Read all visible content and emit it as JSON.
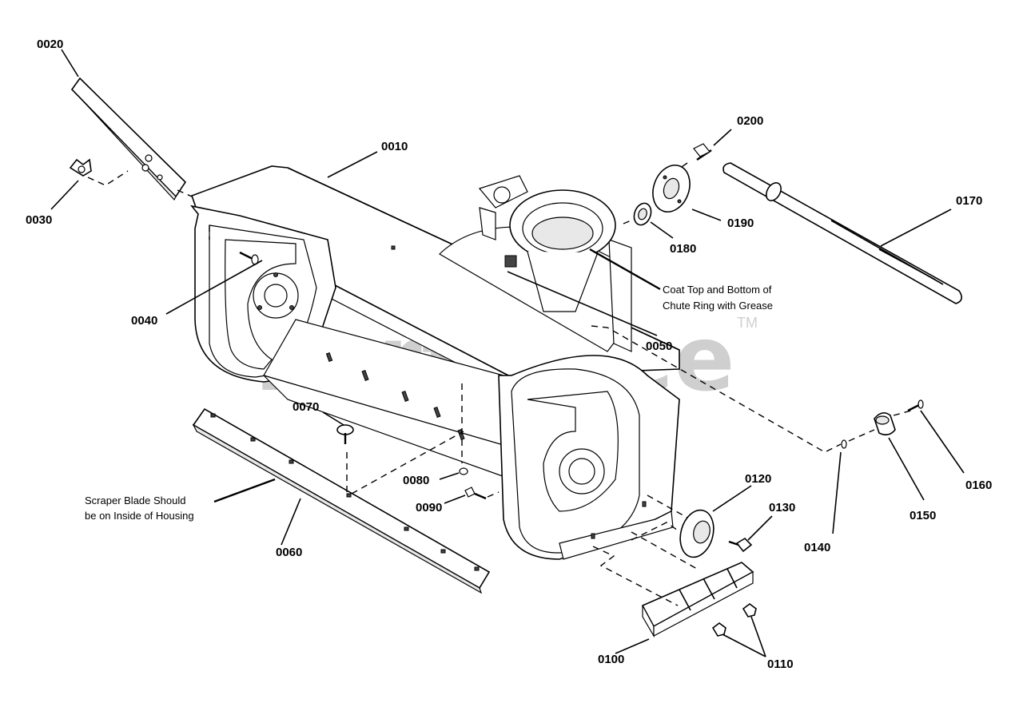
{
  "watermark": {
    "text": "PartsTree",
    "tm": "TM"
  },
  "callouts": {
    "c0010": "0010",
    "c0020": "0020",
    "c0030": "0030",
    "c0040": "0040",
    "c0050": "0050",
    "c0060": "0060",
    "c0070": "0070",
    "c0080": "0080",
    "c0090": "0090",
    "c0100": "0100",
    "c0110": "0110",
    "c0120": "0120",
    "c0130": "0130",
    "c0140": "0140",
    "c0150": "0150",
    "c0160": "0160",
    "c0170": "0170",
    "c0180": "0180",
    "c0190": "0190",
    "c0200": "0200"
  },
  "notes": {
    "chute_line1": "Coat Top and Bottom of",
    "chute_line2": "Chute Ring with Grease",
    "scraper_line1": "Scraper Blade Should",
    "scraper_line2": "be on Inside of Housing"
  }
}
